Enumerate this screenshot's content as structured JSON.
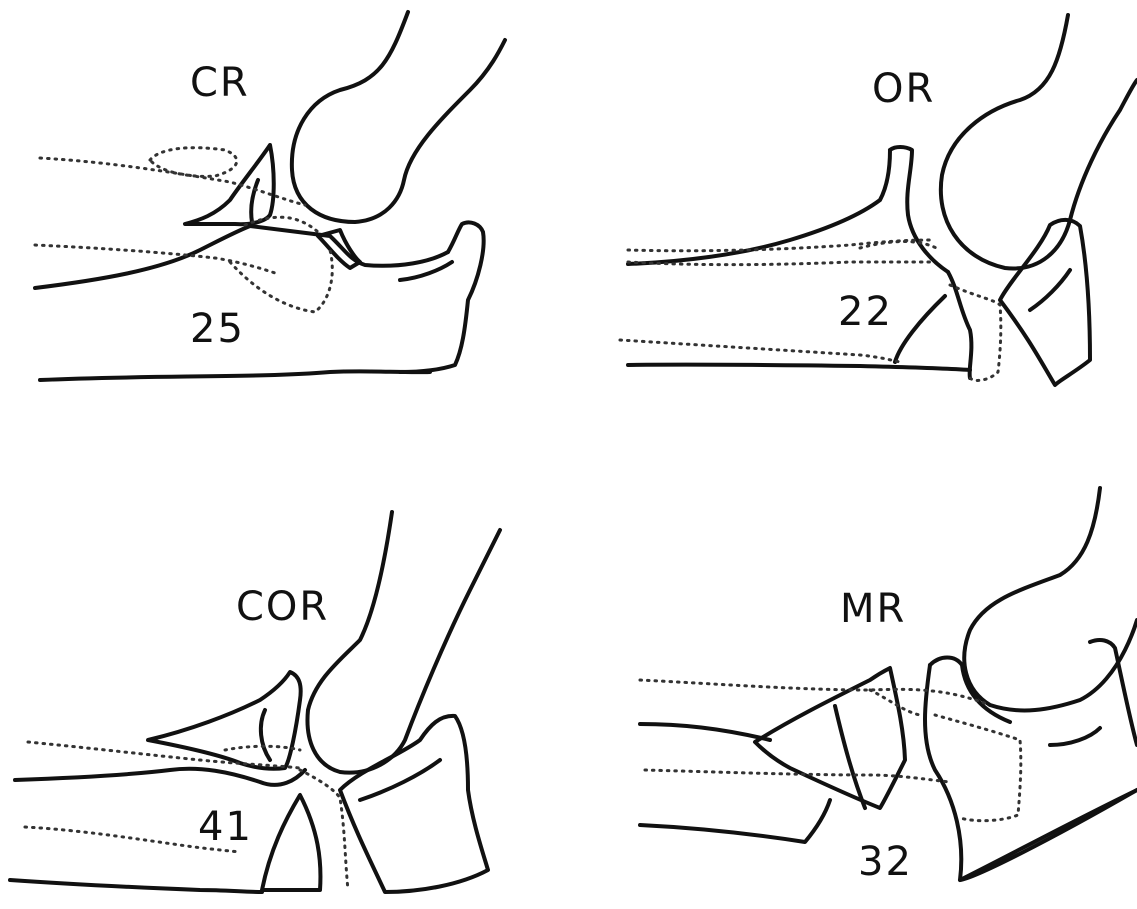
{
  "figure": {
    "panels": [
      {
        "id": "cr",
        "label": "CR",
        "count": "25"
      },
      {
        "id": "or",
        "label": "OR",
        "count": "22"
      },
      {
        "id": "cor",
        "label": "COR",
        "count": "41"
      },
      {
        "id": "mr",
        "label": "MR",
        "count": "32"
      }
    ],
    "colors": {
      "ink": "#111111",
      "dotted": "#333333",
      "background": "#ffffff"
    }
  }
}
